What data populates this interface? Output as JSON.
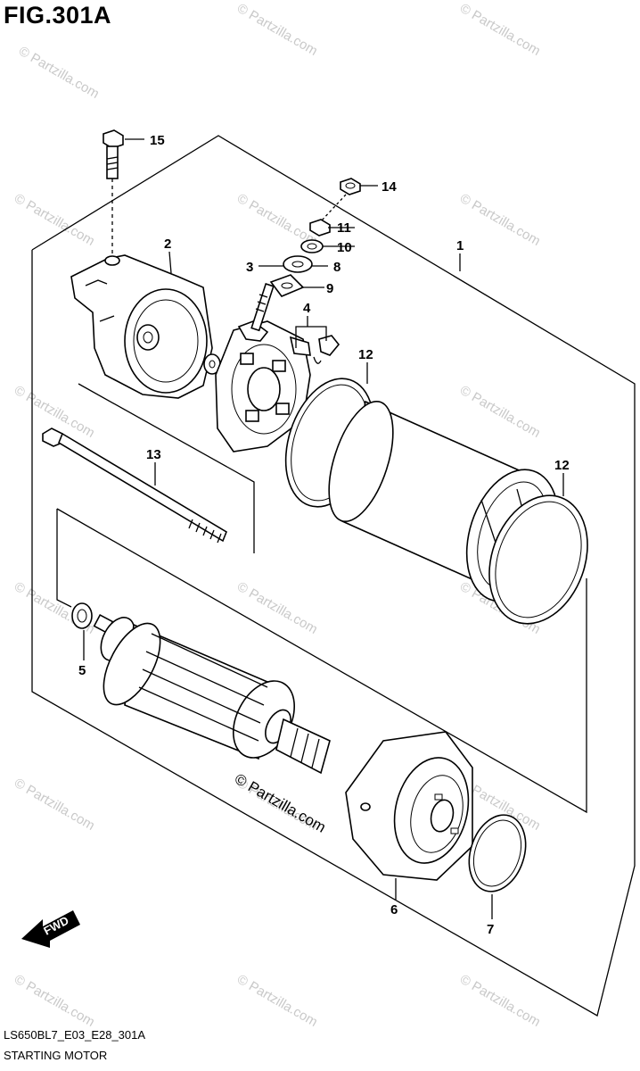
{
  "figure": {
    "title": "FIG.301A",
    "code": "LS650BL7_E03_E28_301A",
    "name": "STARTING MOTOR",
    "copyright": "© Partzilla.com",
    "watermark": "© Partzilla.com",
    "fwd_label": "FWD"
  },
  "callouts": [
    {
      "id": "p1",
      "label": "1"
    },
    {
      "id": "p2",
      "label": "2"
    },
    {
      "id": "p3",
      "label": "3"
    },
    {
      "id": "p4",
      "label": "4"
    },
    {
      "id": "p5",
      "label": "5"
    },
    {
      "id": "p6",
      "label": "6"
    },
    {
      "id": "p7",
      "label": "7"
    },
    {
      "id": "p8",
      "label": "8"
    },
    {
      "id": "p9",
      "label": "9"
    },
    {
      "id": "p10",
      "label": "10"
    },
    {
      "id": "p11",
      "label": "11"
    },
    {
      "id": "p12a",
      "label": "12"
    },
    {
      "id": "p12b",
      "label": "12"
    },
    {
      "id": "p13",
      "label": "13"
    },
    {
      "id": "p14",
      "label": "14"
    },
    {
      "id": "p15",
      "label": "15"
    }
  ]
}
